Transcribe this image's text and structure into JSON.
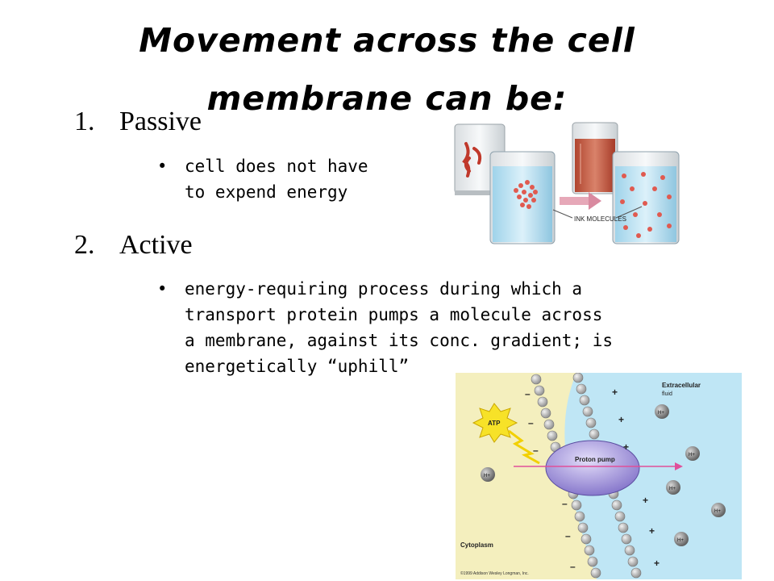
{
  "slide": {
    "title_line1": "Movement across the cell",
    "title_line2": "membrane can be:",
    "items": [
      {
        "number": "1.",
        "heading": "Passive",
        "bullet_lines": [
          "cell does not have",
          "to expend energy"
        ]
      },
      {
        "number": "2.",
        "heading": "Active",
        "bullet_lines": [
          "energy-requiring process during which a",
          "transport protein pumps a molecule across",
          "a membrane, against its conc. gradient; is",
          "energetically “uphill”"
        ]
      }
    ]
  },
  "diffusion_figure": {
    "label": "INK MOLECULES"
  },
  "pump_figure": {
    "extracellular_label_1": "Extracellular",
    "extracellular_label_2": "fluid",
    "cytoplasm_label": "Cytoplasm",
    "atp_label": "ATP",
    "pump_label": "Proton pump",
    "ion_label": "H+",
    "copyright": "©1999 Addison Wesley Longman, Inc."
  },
  "colors": {
    "ink": "#c0392b",
    "water": "#bfe3f2",
    "cytoplasm": "#f4efbe",
    "extracellular": "#bfe6f5",
    "pump": "#9c90d6"
  }
}
